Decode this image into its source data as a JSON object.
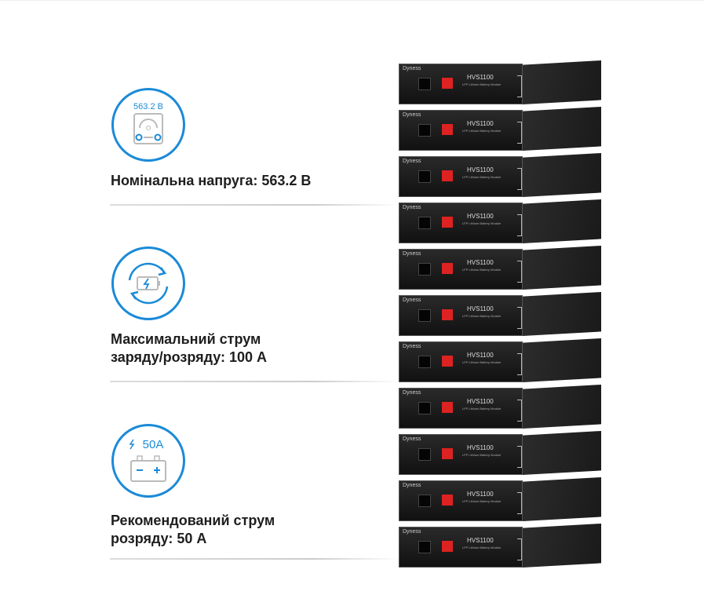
{
  "specs": [
    {
      "icon": "voltmeter-icon",
      "badge": "563.2 В",
      "lines": [
        "Номінальна напруга: 563.2 В"
      ]
    },
    {
      "icon": "charge-cycle-icon",
      "badge": "",
      "lines": [
        "Максимальний струм",
        "заряду/розряду: 100 А"
      ]
    },
    {
      "icon": "battery-icon",
      "badge": "50A",
      "lines": [
        "Рекомендований струм",
        "розряду: 50 А"
      ]
    }
  ],
  "battery": {
    "logo": "Dyness",
    "model": "HVS1100",
    "subtitle": "LFP Lithium Battery Module",
    "module_count": 11
  },
  "colors": {
    "accent": "#1a8ad8",
    "text": "#1e1e1e"
  }
}
